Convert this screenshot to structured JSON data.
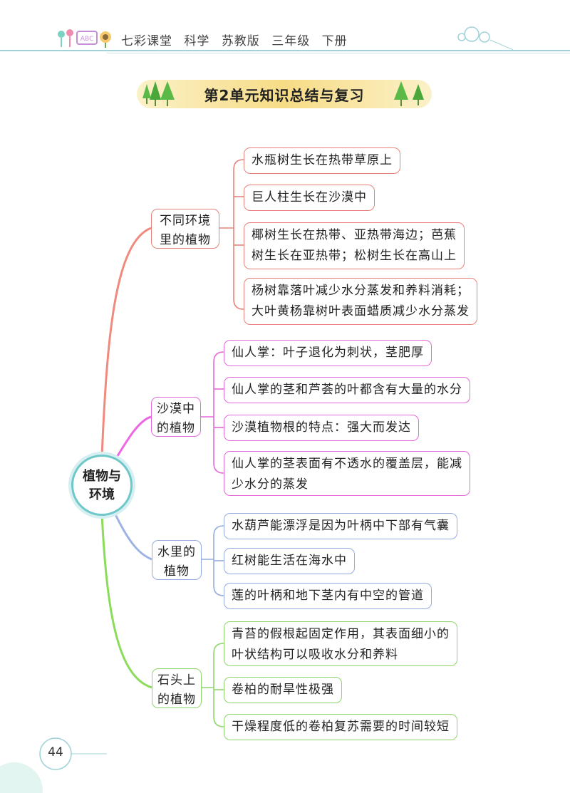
{
  "header": {
    "series": "七彩课堂",
    "subject": "科学",
    "publisher": "苏教版",
    "grade": "三年级",
    "volume": "下册"
  },
  "title": "第2单元知识总结与复习",
  "root": "植物与环境",
  "branches": [
    {
      "label": "不同环境里的植物",
      "color": "#e8837b",
      "items": [
        "水瓶树生长在热带草原上",
        "巨人柱生长在沙漠中",
        "椰树生长在热带、亚热带海边；芭蕉树生长在亚热带；松树生长在高山上",
        "杨树靠落叶减少水分蒸发和养料消耗；大叶黄杨靠树叶表面蜡质减少水分蒸发"
      ]
    },
    {
      "label": "沙漠中的植物",
      "color": "#e56ad9",
      "items": [
        "仙人掌：叶子退化为刺状，茎肥厚",
        "仙人掌的茎和芦荟的叶都含有大量的水分",
        "沙漠植物根的特点：强大而发达",
        "仙人掌的茎表面有不透水的覆盖层，能减少水分的蒸发"
      ]
    },
    {
      "label": "水里的植物",
      "color": "#96ace0",
      "items": [
        "水葫芦能漂浮是因为叶柄中下部有气囊",
        "红树能生活在海水中",
        "莲的叶柄和地下茎内有中空的管道"
      ]
    },
    {
      "label": "石头上的植物",
      "color": "#8fd66c",
      "items": [
        "青苔的假根起固定作用，其表面细小的叶状结构可以吸收水分和养料",
        "卷柏的耐旱性极强",
        "干燥程度低的卷柏复苏需要的时间较短"
      ]
    }
  ],
  "page_number": "44"
}
